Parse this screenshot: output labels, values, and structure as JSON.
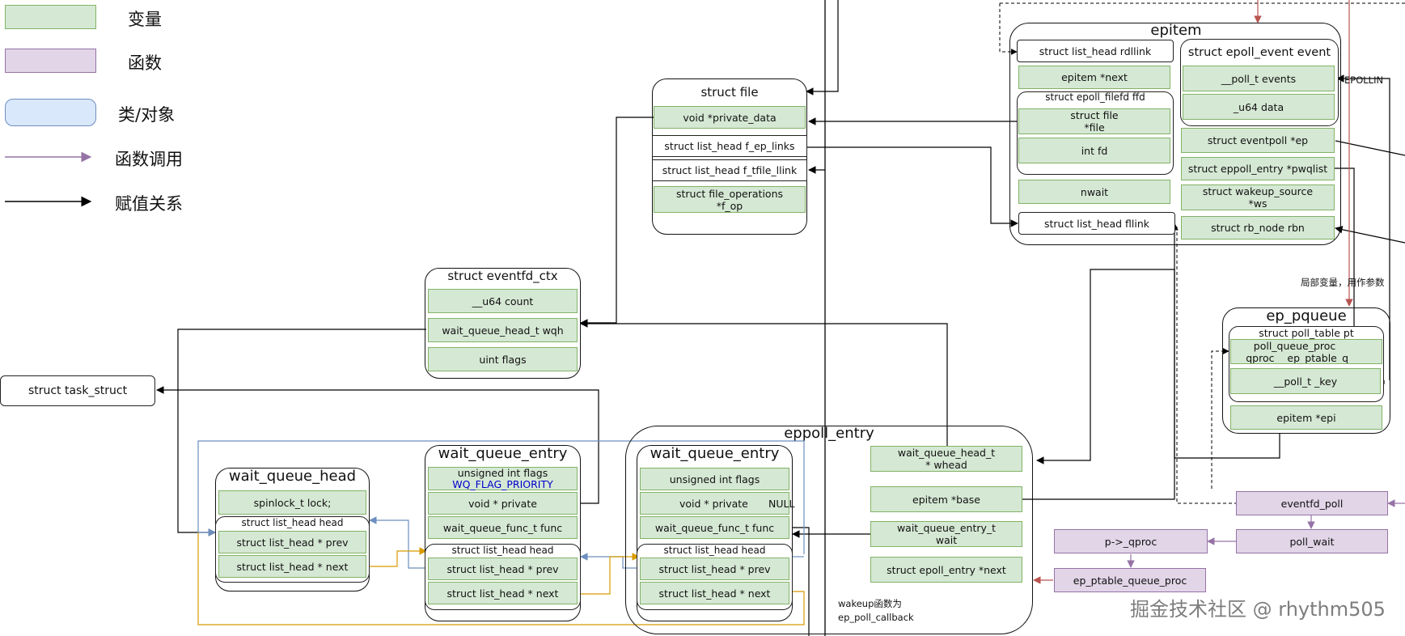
{
  "legend": {
    "variable": "变量",
    "function": "函数",
    "class": "类/对象",
    "call": "函数调用",
    "assign": "赋值关系"
  },
  "struct_file": {
    "title": "struct file",
    "fields": [
      "void *private_data",
      "struct list_head f_ep_links",
      "struct list_head f_tfile_llink",
      "struct file_operations\n*f_op"
    ]
  },
  "eventfd_ctx": {
    "title": "struct eventfd_ctx",
    "fields": [
      "__u64 count",
      "wait_queue_head_t wqh",
      "uint flags"
    ]
  },
  "task_struct": {
    "label": "struct task_struct"
  },
  "wait_queue_head": {
    "title": "wait_queue_head",
    "lock": "spinlock_t   lock;",
    "head_title": "struct list_head head",
    "prev": "struct list_head * prev",
    "next": "struct list_head * next"
  },
  "wait_queue_entry_1": {
    "title": "wait_queue_entry",
    "flags": "unsigned int flags",
    "flags_note": "WQ_FLAG_PRIORITY",
    "private": "void * private",
    "func": "wait_queue_func_t func",
    "head_title": "struct list_head head",
    "prev": "struct list_head * prev",
    "next": "struct list_head * next"
  },
  "wait_queue_entry_2": {
    "title": "wait_queue_entry",
    "flags": "unsigned int flags",
    "private": "void * private",
    "private_note": "NULL",
    "func": "wait_queue_func_t func",
    "head_title": "struct list_head head",
    "prev": "struct list_head * prev",
    "next": "struct list_head * next"
  },
  "eppoll_entry": {
    "title": "eppoll_entry",
    "whead": "wait_queue_head_t\n* whead",
    "base": "epitem *base",
    "wait": "wait_queue_entry_t\nwait",
    "next": "struct epoll_entry *next",
    "note": "wakeup函数为\nep_poll_callback"
  },
  "epitem": {
    "title": "epitem",
    "rdllink": "struct list_head rdllink",
    "next": "epitem *next",
    "ffd_title": "struct epoll_filefd ffd",
    "ffd_file": "struct file\n*file",
    "ffd_fd": "int fd",
    "nwait": "nwait",
    "fllink": "struct list_head fllink",
    "event_title": "struct epoll_event event",
    "events": "__poll_t events",
    "data": "_u64 data",
    "ep": "struct eventpoll *ep",
    "pwqlist": "struct eppoll_entry *pwqlist",
    "ws": "struct wakeup_source\n*ws",
    "rbn": "struct rb_node rbn",
    "epollin": "EPOLLIN"
  },
  "ep_pqueue": {
    "title": "ep_pqueue",
    "pt_title": "struct poll_table pt",
    "qproc": "poll_queue_proc\n_qproc    ep_ptable_q",
    "key": "__poll_t _key",
    "epi": "epitem *epi",
    "local_note": "局部变量，用作参数"
  },
  "calls": {
    "eventfd_poll": "eventfd_poll",
    "poll_wait": "poll_wait",
    "qproc": "p->_qproc",
    "ep_ptable_queue_proc": "ep_ptable_queue_proc"
  },
  "watermark": "掘金技术社区 @ rhythm505",
  "colors": {
    "variable_fill": "#d5e8d4",
    "function_fill": "#e1d5e7",
    "class_fill": "#dae8fc",
    "call_arrow": "#9673a6",
    "assign_arrow": "#000000",
    "prev_link": "#6c8ebf",
    "next_link": "#d79b00",
    "call_red": "#b85450"
  }
}
